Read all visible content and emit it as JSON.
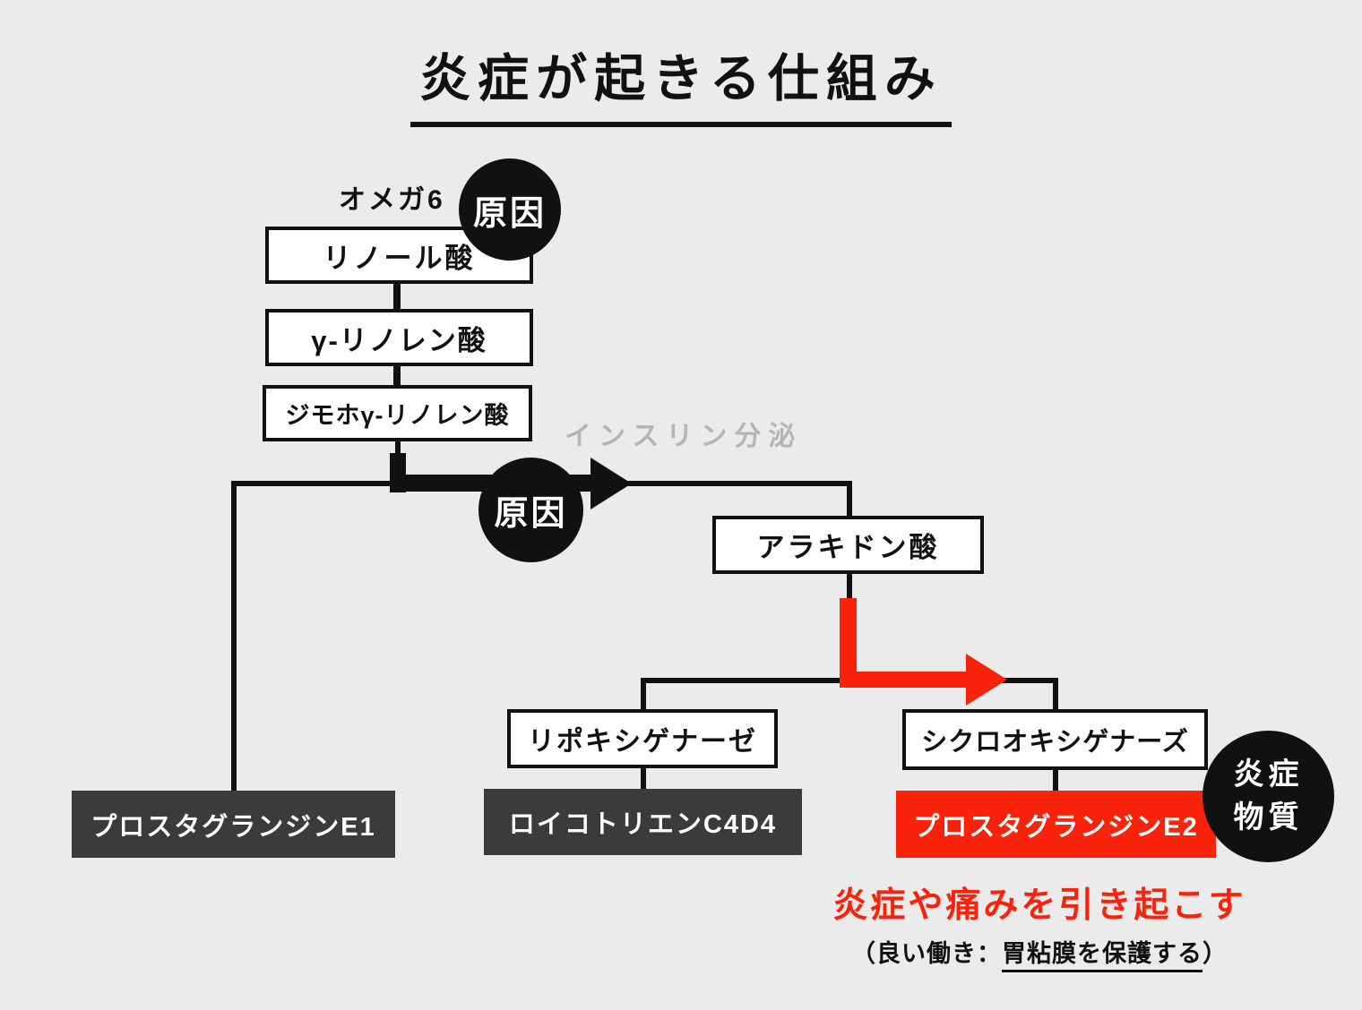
{
  "title": "炎症が起きる仕組み",
  "annotations": {
    "omega6": "オメガ6",
    "cause_badge_top": "原因",
    "cause_badge_mid": "原因",
    "insulin_secretion": "インスリン分泌",
    "inflammatory_badge_line1": "炎症",
    "inflammatory_badge_line2": "物質"
  },
  "nodes": {
    "linoleic_acid": "リノール酸",
    "gamma_linolenic_acid": "γ-リノレン酸",
    "dihomo_gamma_linolenic_acid": "ジモホγ-リノレン酸",
    "arachidonic_acid": "アラキドン酸",
    "lipoxygenase": "リポキシゲナーゼ",
    "cyclooxygenase": "シクロオキシゲナーズ",
    "prostaglandin_e1": "プロスタグランジンE1",
    "leukotriene_c4d4": "ロイコトリエンC4D4",
    "prostaglandin_e2": "プロスタグランジンE2"
  },
  "captions": {
    "effect": "炎症や痛みを引き起こす",
    "note_prefix": "（良い働き：",
    "note_underlined": "胃粘膜を保護する",
    "note_suffix": "）"
  },
  "colors": {
    "background": "#ebebeb",
    "ink": "#111111",
    "accent_red": "#f8230a",
    "dark_box": "#3b3b3b",
    "muted_gray": "#b5b5b5"
  }
}
